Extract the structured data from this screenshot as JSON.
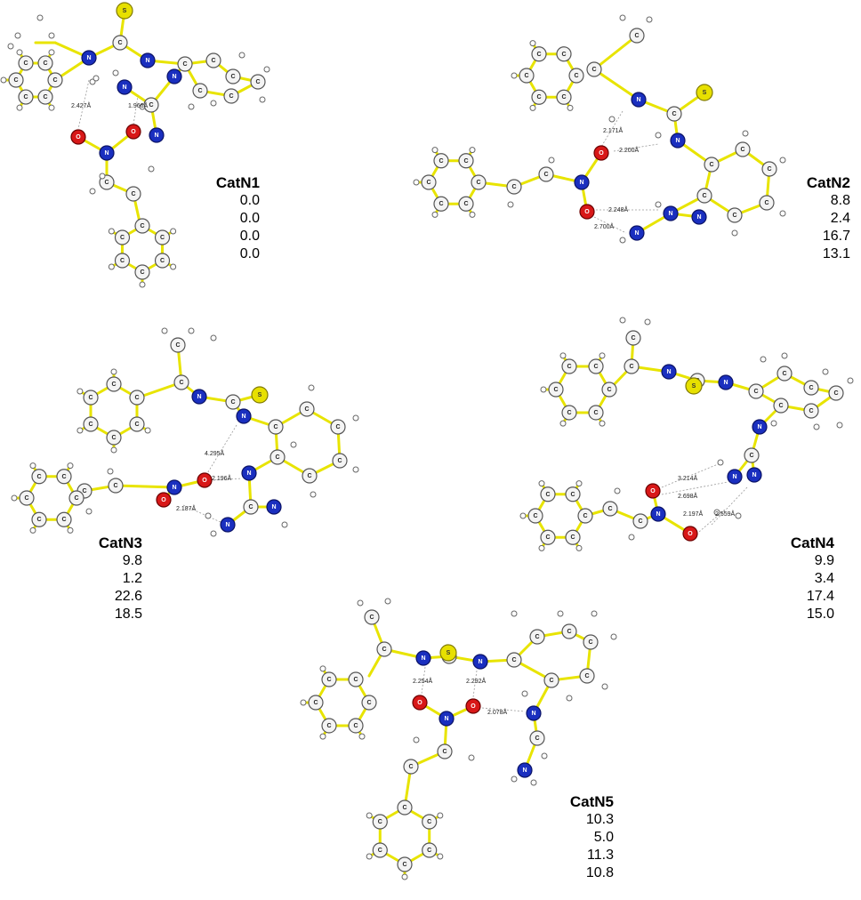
{
  "conformers": [
    {
      "name": "CatN1",
      "values": [
        "0.0",
        "0.0",
        "0.0",
        "0.0"
      ],
      "distances": [
        "2.427Å",
        "1.966Å"
      ]
    },
    {
      "name": "CatN2",
      "values": [
        "8.8",
        "2.4",
        "16.7",
        "13.1"
      ],
      "distances": [
        "2.171Å",
        "2.200Å",
        "2.248Å",
        "2.700Å"
      ]
    },
    {
      "name": "CatN3",
      "values": [
        "9.8",
        "1.2",
        "22.6",
        "18.5"
      ],
      "distances": [
        "4.295Å",
        "2.196Å",
        "2.187Å"
      ]
    },
    {
      "name": "CatN4",
      "values": [
        "9.9",
        "3.4",
        "17.4",
        "15.0"
      ],
      "distances": [
        "3.214Å",
        "2.698Å",
        "2.197Å",
        "2.559Å"
      ]
    },
    {
      "name": "CatN5",
      "values": [
        "10.3",
        "5.0",
        "11.3",
        "10.8"
      ],
      "distances": [
        "2.254Å",
        "2.292Å",
        "2.078Å"
      ]
    }
  ],
  "atom_labels": {
    "C": "C",
    "N": "N",
    "O": "O",
    "S": "S"
  },
  "colors": {
    "bond": "#e8e400",
    "carbon": "#f4f4f4",
    "nitrogen": "#1a2fbf",
    "oxygen": "#d81818",
    "sulfur": "#e7e000",
    "hydrogen": "#ffffff"
  }
}
